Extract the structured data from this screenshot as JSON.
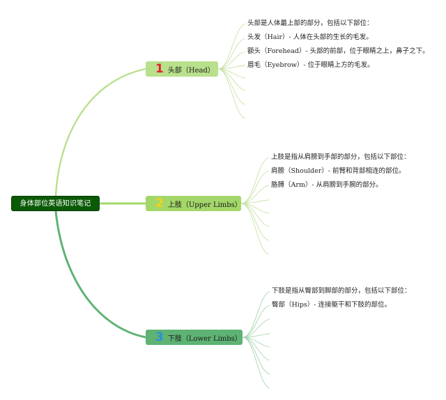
{
  "root": {
    "label": "身体部位英语知识笔记"
  },
  "branches": [
    {
      "number": "1",
      "label": "头部（Head）",
      "leaves": [
        "头部是人体最上部的部分，包括以下部位：",
        "头发（Hair）- 人体在头部的生长的毛发。",
        "额头（Forehead）- 头部的前部，位于眼睛之上，鼻子之下。",
        "眉毛（Eyebrow）- 位于眼睛上方的毛发。"
      ]
    },
    {
      "number": "2",
      "label": "上肢（Upper Limbs）",
      "leaves": [
        "上肢是指从肩膀到手部的部分，包括以下部位：",
        "肩膀（Shoulder）- 前臂和背部相连的部位。",
        "胳膊（Arm）- 从肩膀到手腕的部分。"
      ]
    },
    {
      "number": "3",
      "label": "下肢（Lower Limbs）",
      "leaves": [
        "下肢是指从臀部到脚部的部分，包括以下部位：",
        "臀部（Hips）- 连接躯干和下肢的部位。"
      ]
    }
  ],
  "colors": {
    "root_fill": "#0b5a06",
    "branch1_fill": "#b9e08c",
    "branch2_fill": "#a3d769",
    "branch3_fill": "#5eb374",
    "number1": "#e0242a",
    "number2": "#f2d21f",
    "number3": "#2c8fd6"
  }
}
